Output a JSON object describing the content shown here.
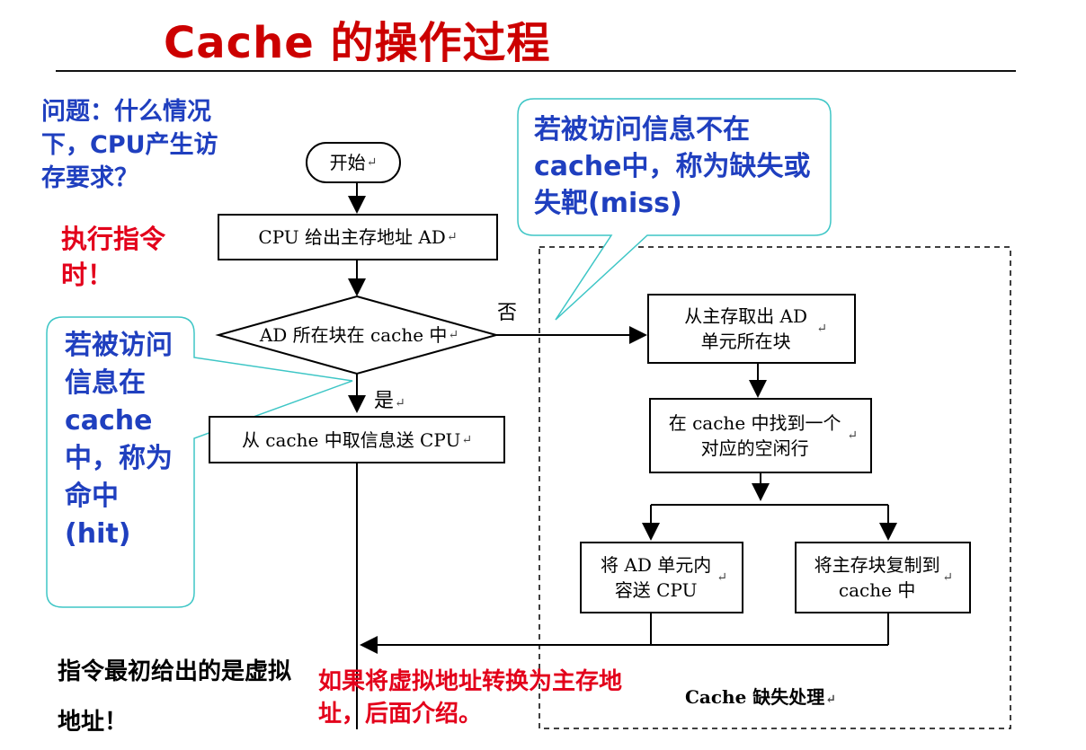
{
  "title": "Cache 的操作过程",
  "question": "问题：什么情况下，CPU产生访存要求？",
  "answer_exec": "执行指令时！",
  "hit_callout": "若被访问信息在cache中，称为命中(hit)",
  "miss_callout": "若被访问信息不在cache中，称为缺失或失靶(miss)",
  "virtual_note": "指令最初给出的是虚拟地址！",
  "translate_note": "如果将虚拟地址转换为主存地址，后面介绍。",
  "flowchart": {
    "start": "开始",
    "step_cpu": "CPU 给出主存地址 AD",
    "decision": "AD 所在块在 cache 中",
    "no_label": "否",
    "yes_label": "是",
    "hit_action": "从 cache 中取信息送 CPU",
    "miss_fetch": "从主存取出 AD 单元所在块",
    "find_line": "在 cache 中找到一个对应的空闲行",
    "send_cpu": "将 AD 单元内容送 CPU",
    "copy_block": "将主存块复制到 cache 中",
    "miss_region_label": "Cache 缺失处理",
    "return_mark": "↵"
  }
}
